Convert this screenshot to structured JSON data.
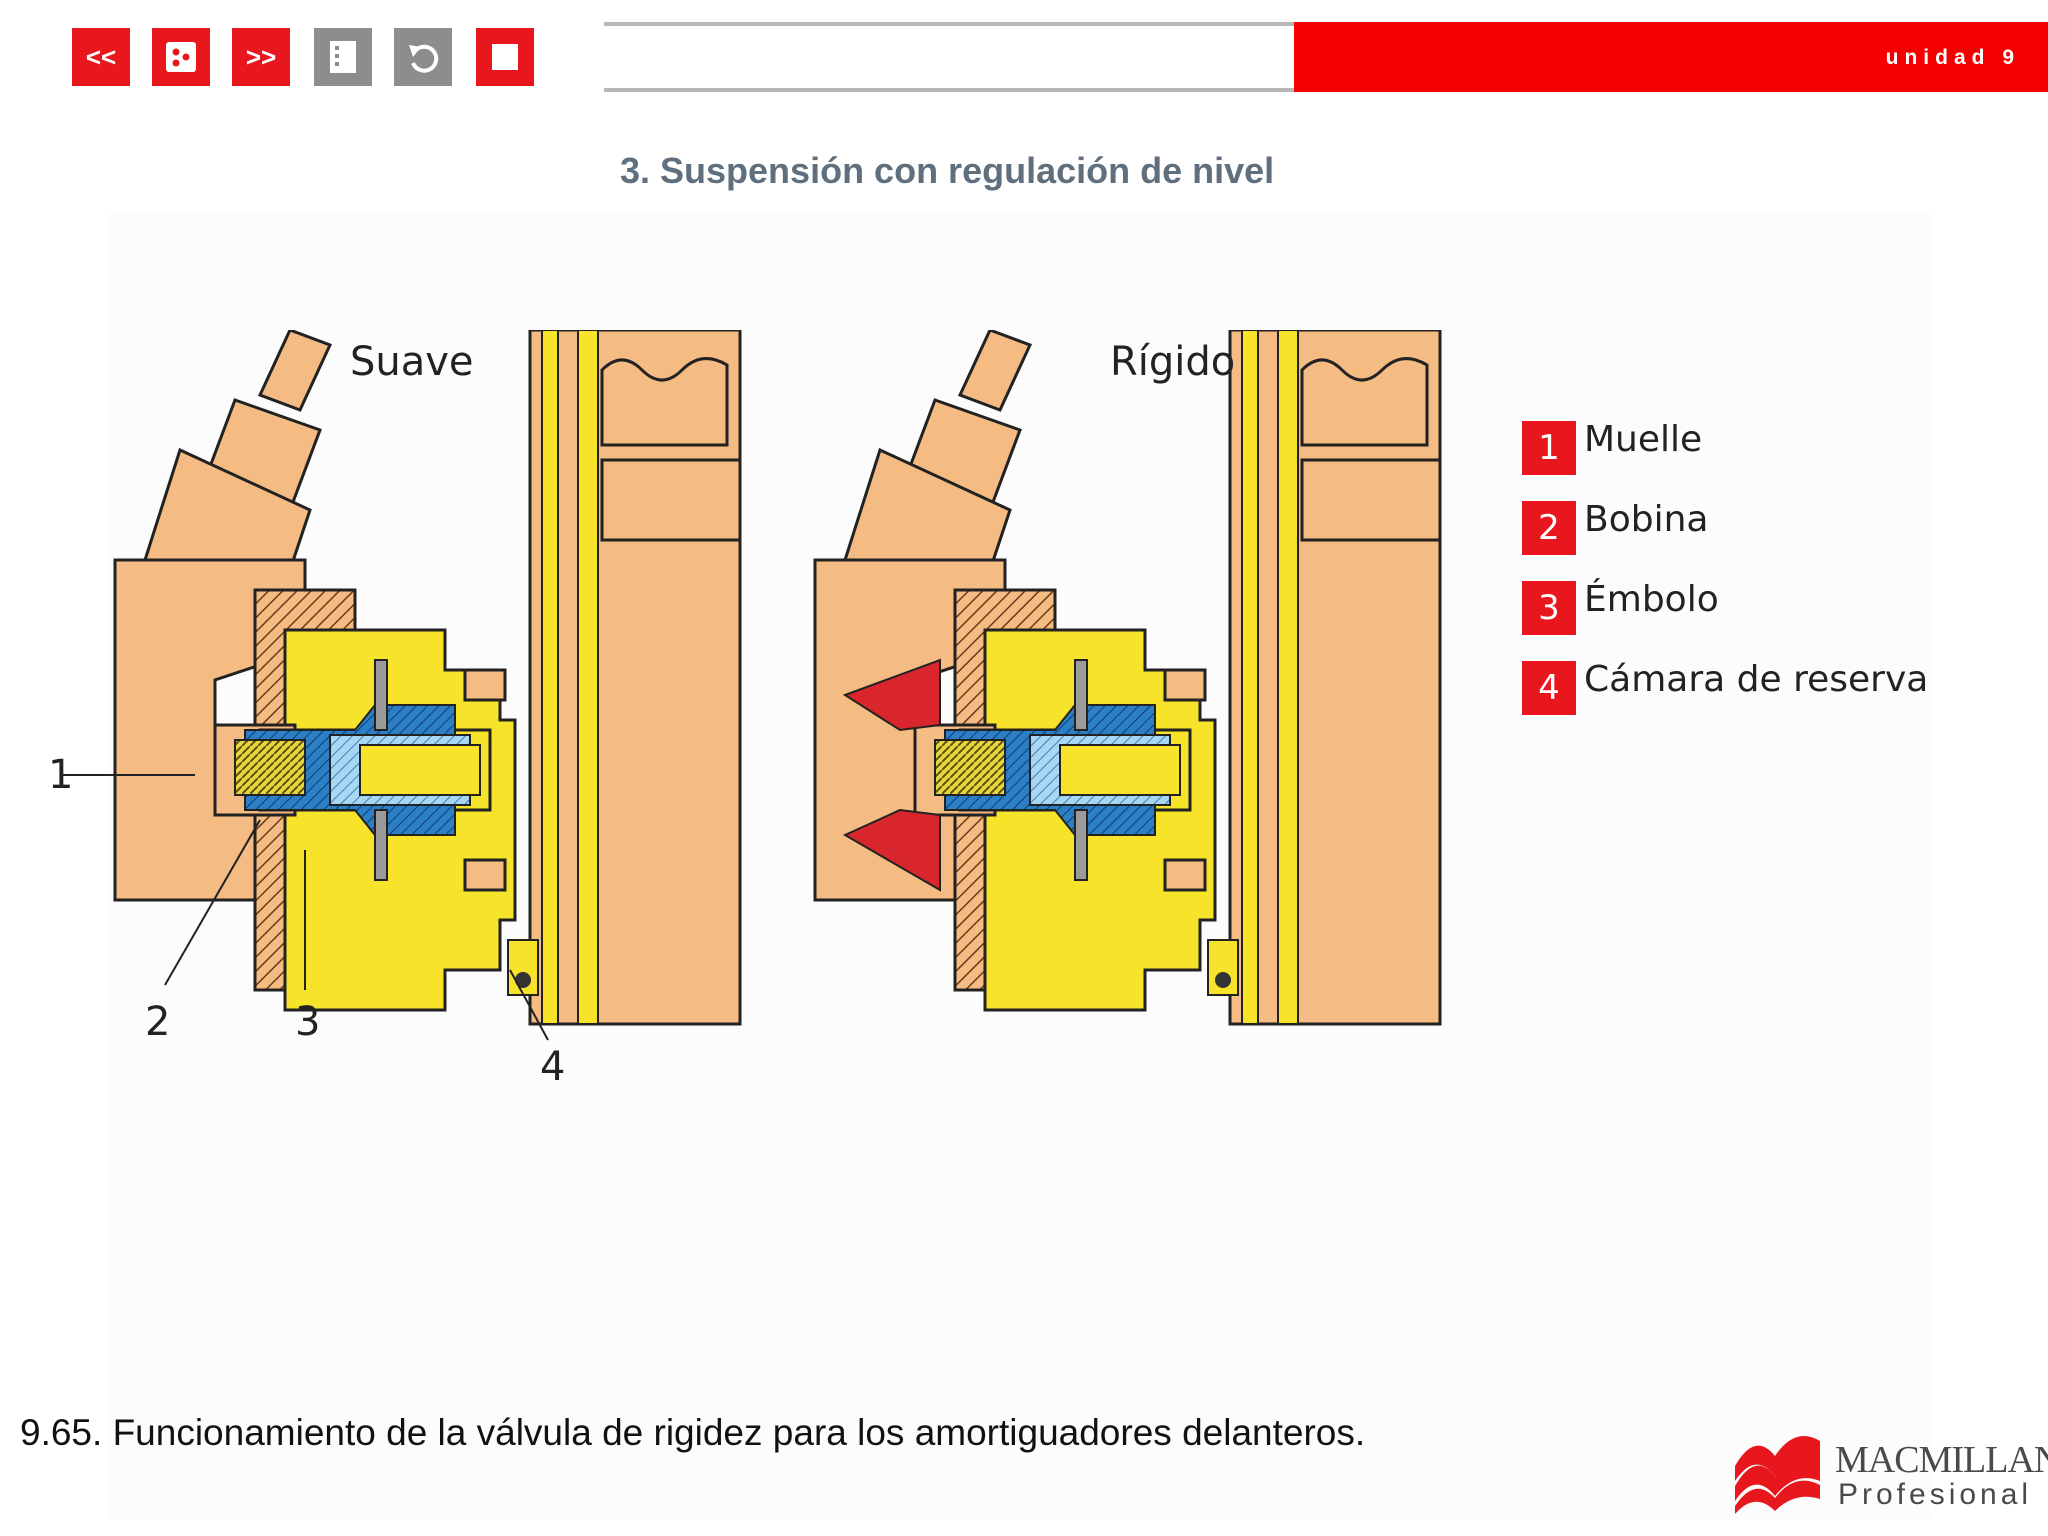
{
  "toolbar": {
    "prev_label": "<<",
    "next_label": ">>"
  },
  "header": {
    "unit_label": "unidad 9"
  },
  "page": {
    "title": "3. Suspensión con regulación de nivel",
    "caption": "9.65. Funcionamiento de la válvula de rigidez para los amortiguadores delanteros."
  },
  "diagram": {
    "label_soft": "Suave",
    "label_rigid": "Rígido",
    "callouts": [
      "1",
      "2",
      "3",
      "4"
    ]
  },
  "legend": [
    {
      "num": "1",
      "text": "Muelle"
    },
    {
      "num": "2",
      "text": "Bobina"
    },
    {
      "num": "3",
      "text": "Émbolo"
    },
    {
      "num": "4",
      "text": "Cámara de reserva"
    }
  ],
  "logo": {
    "line1": "MACMILLAN",
    "line2": "Profesional"
  },
  "colors": {
    "accent_red": "#e8171d",
    "unit_bar": "#f40000",
    "title": "#5f6f7d",
    "nav_grey": "#8d8d8d",
    "body_tan": "#f4bb83",
    "valve_yellow": "#f7e42a",
    "piston_blue": "#2c7fc4"
  },
  "icons": [
    "prev-icon",
    "index-icon",
    "next-icon",
    "notes-icon",
    "undo-icon",
    "stop-icon"
  ]
}
